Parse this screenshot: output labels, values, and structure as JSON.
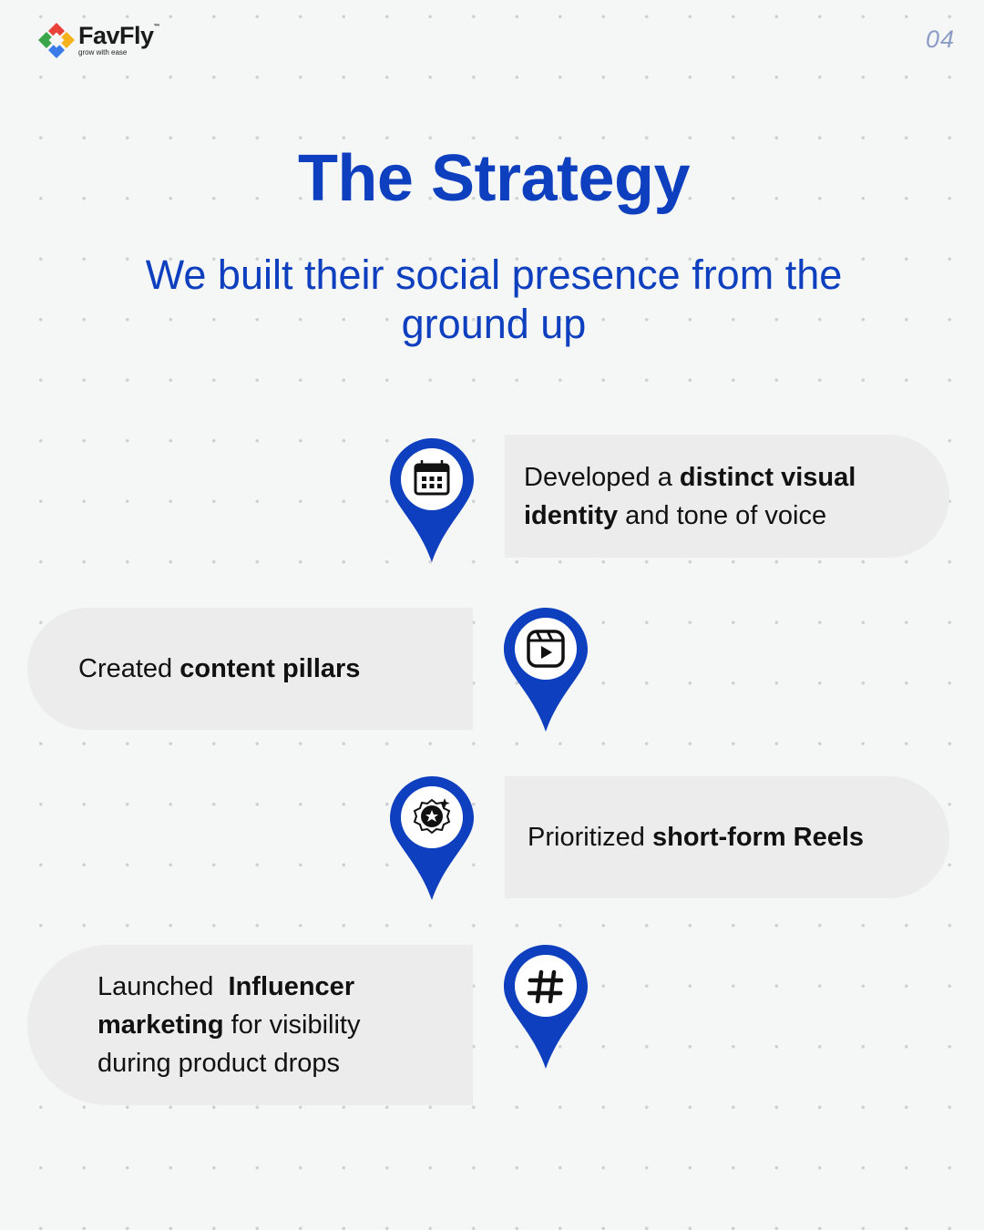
{
  "brand": {
    "name": "FavFly",
    "trademark": "™",
    "tagline": "grow with ease",
    "colors": {
      "red": "#e8423a",
      "yellow": "#f6b21c",
      "green": "#3aa54a",
      "blue": "#3b7be9"
    }
  },
  "page_number": "04",
  "header": {
    "title": "The Strategy",
    "subtitle": "We built their social presence from the ground up"
  },
  "theme": {
    "accent": "#0e3fbf",
    "card_bg": "#ececec",
    "page_bg": "#f5f6f6"
  },
  "steps": [
    {
      "icon": "calendar-icon",
      "side": "right",
      "pre": "Developed a ",
      "bold": "distinct visual identity",
      "post": " and tone of voice"
    },
    {
      "icon": "reels-icon",
      "side": "left",
      "pre": "Created ",
      "bold": "content pillars",
      "post": ""
    },
    {
      "icon": "badge-star-icon",
      "side": "right",
      "pre": "Prioritized ",
      "bold": "short-form Reels",
      "post": ""
    },
    {
      "icon": "hashtag-icon",
      "side": "left",
      "pre": "Launched  ",
      "bold": "Influencer marketing",
      "post": " for visibility during product drops"
    }
  ]
}
